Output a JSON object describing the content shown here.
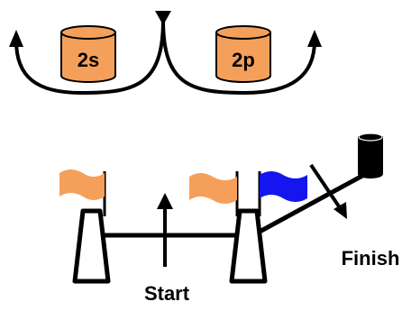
{
  "containers": [
    {
      "label": "2s",
      "color": "#F5A05A"
    },
    {
      "label": "2p",
      "color": "#F5A05A"
    }
  ],
  "labels": {
    "start": "Start",
    "finish": "Finish"
  },
  "flags": [
    {
      "name": "left-flag",
      "color": "#F5A05A"
    },
    {
      "name": "middle-flag",
      "color": "#F5A05A"
    },
    {
      "name": "blue-flag",
      "color": "#1515F0"
    }
  ],
  "colors": {
    "stroke": "#000000",
    "tower_fill": "#FFFFFF",
    "canister_fill": "#000000"
  }
}
